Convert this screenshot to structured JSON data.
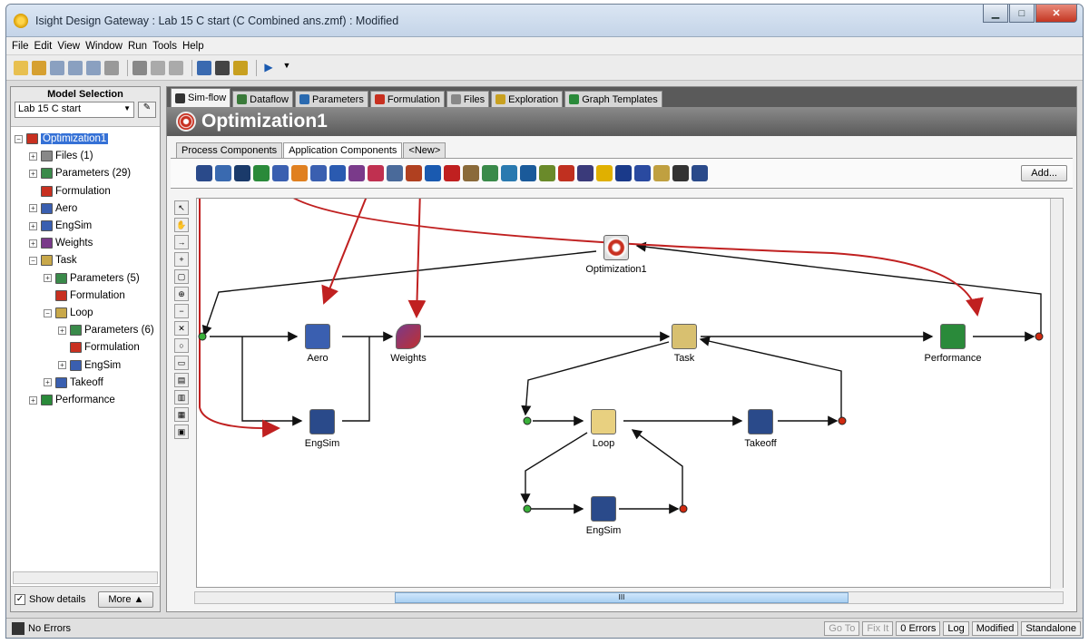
{
  "window": {
    "title": "Isight Design Gateway : Lab 15 C start (C Combined ans.zmf)  : Modified"
  },
  "menu": [
    "File",
    "Edit",
    "View",
    "Window",
    "Run",
    "Tools",
    "Help"
  ],
  "left": {
    "title": "Model Selection",
    "model": "Lab 15 C start",
    "tree": [
      {
        "label": "Optimization1",
        "indent": 0,
        "ex": "−",
        "color": "#c83020"
      },
      {
        "label": "Files (1)",
        "indent": 1,
        "ex": "+",
        "color": "#888"
      },
      {
        "label": "Parameters (29)",
        "indent": 1,
        "ex": "+",
        "color": "#3a8a4a"
      },
      {
        "label": "Formulation",
        "indent": 1,
        "ex": "",
        "color": "#c83020"
      },
      {
        "label": "Aero",
        "indent": 1,
        "ex": "+",
        "color": "#3a5fb0"
      },
      {
        "label": "EngSim",
        "indent": 1,
        "ex": "+",
        "color": "#3a5fb0"
      },
      {
        "label": "Weights",
        "indent": 1,
        "ex": "+",
        "color": "#7a3a8a"
      },
      {
        "label": "Task",
        "indent": 1,
        "ex": "−",
        "color": "#c8a84a"
      },
      {
        "label": "Parameters (5)",
        "indent": 2,
        "ex": "+",
        "color": "#3a8a4a"
      },
      {
        "label": "Formulation",
        "indent": 2,
        "ex": "",
        "color": "#c83020"
      },
      {
        "label": "Loop",
        "indent": 2,
        "ex": "−",
        "color": "#c8a84a"
      },
      {
        "label": "Parameters (6)",
        "indent": 3,
        "ex": "+",
        "color": "#3a8a4a"
      },
      {
        "label": "Formulation",
        "indent": 3,
        "ex": "",
        "color": "#c83020"
      },
      {
        "label": "EngSim",
        "indent": 3,
        "ex": "+",
        "color": "#3a5fb0"
      },
      {
        "label": "Takeoff",
        "indent": 2,
        "ex": "+",
        "color": "#3a5fb0"
      },
      {
        "label": "Performance",
        "indent": 1,
        "ex": "+",
        "color": "#2a8a3a"
      }
    ],
    "show_details": "Show details",
    "more": "More"
  },
  "tabs": [
    {
      "label": "Sim-flow",
      "color": "#333"
    },
    {
      "label": "Dataflow",
      "color": "#3a7a3a"
    },
    {
      "label": "Parameters",
      "color": "#2a6ab0"
    },
    {
      "label": "Formulation",
      "color": "#c83020"
    },
    {
      "label": "Files",
      "color": "#888"
    },
    {
      "label": "Exploration",
      "color": "#c8a020"
    },
    {
      "label": "Graph Templates",
      "color": "#2a8a3a"
    }
  ],
  "banner_title": "Optimization1",
  "subtabs": [
    "Process Components",
    "Application Components",
    "<New>"
  ],
  "add_label": "Add...",
  "nodes": {
    "opt": "Optimization1",
    "aero": "Aero",
    "weights": "Weights",
    "task": "Task",
    "performance": "Performance",
    "engsim1": "EngSim",
    "loop": "Loop",
    "takeoff": "Takeoff",
    "engsim2": "EngSim"
  },
  "status": {
    "errors": "No Errors",
    "goto": "Go To",
    "fixit": "Fix It",
    "err_count": "0 Errors",
    "log": "Log",
    "modified": "Modified",
    "mode": "Standalone"
  }
}
